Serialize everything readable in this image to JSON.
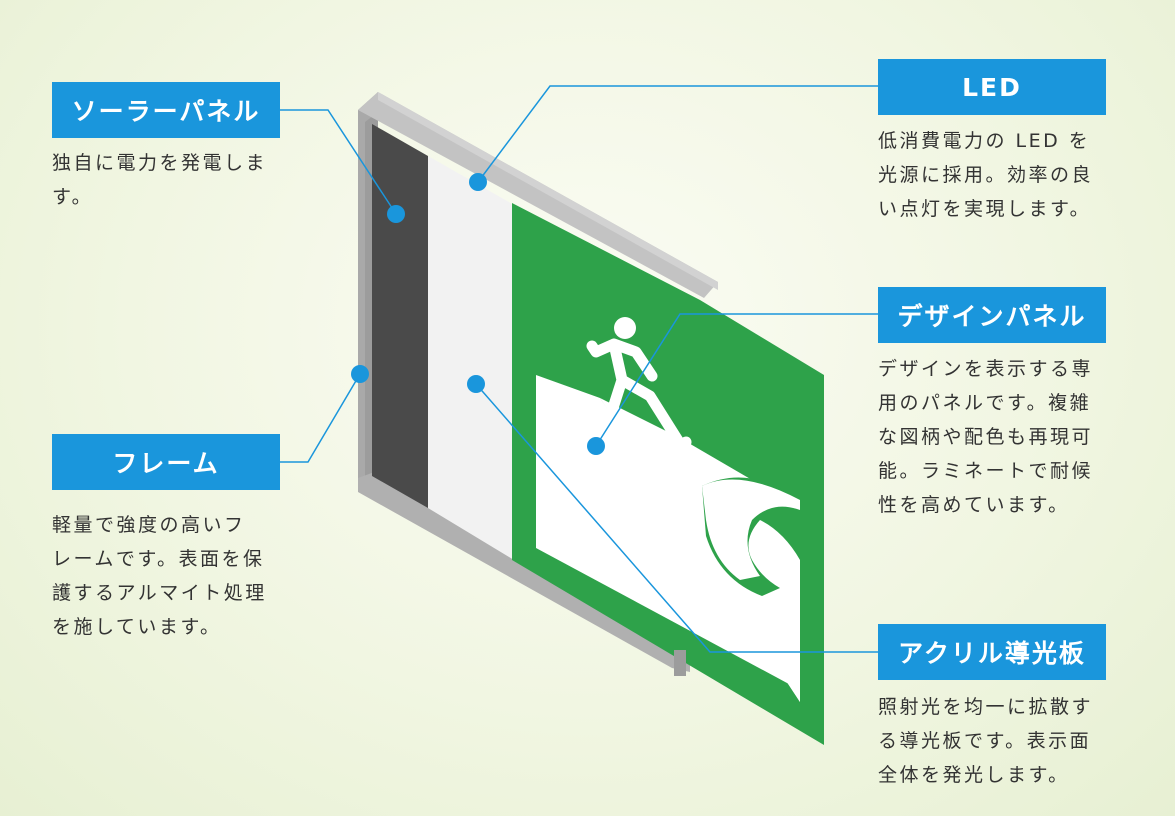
{
  "callouts": {
    "solar": {
      "title": "ソーラーパネル",
      "desc": "独自に電力を発電しま\nす。"
    },
    "frame": {
      "title": "フレーム",
      "desc": "軽量で強度の高いフ\nレームです。表面を保\n護するアルマイト処理\nを施しています。"
    },
    "led": {
      "title": "LED",
      "desc": "低消費電力の LED を\n光源に採用。効率の良\nい点灯を実現します。"
    },
    "design": {
      "title": "デザインパネル",
      "desc": "デザインを表示する専\n用のパネルです。複雑\nな図柄や配色も再現可\n能。ラミネートで耐候\n性を高めています。"
    },
    "acrylic": {
      "title": "アクリル導光板",
      "desc": "照射光を均一に拡散す\nる導光板です。表示面\n全体を発光します。"
    }
  },
  "colors": {
    "accent": "#1a96dc",
    "sign_green": "#2ea24a",
    "frame_gray": "#b4b4b4",
    "solar_dark": "#4a4a4a"
  }
}
